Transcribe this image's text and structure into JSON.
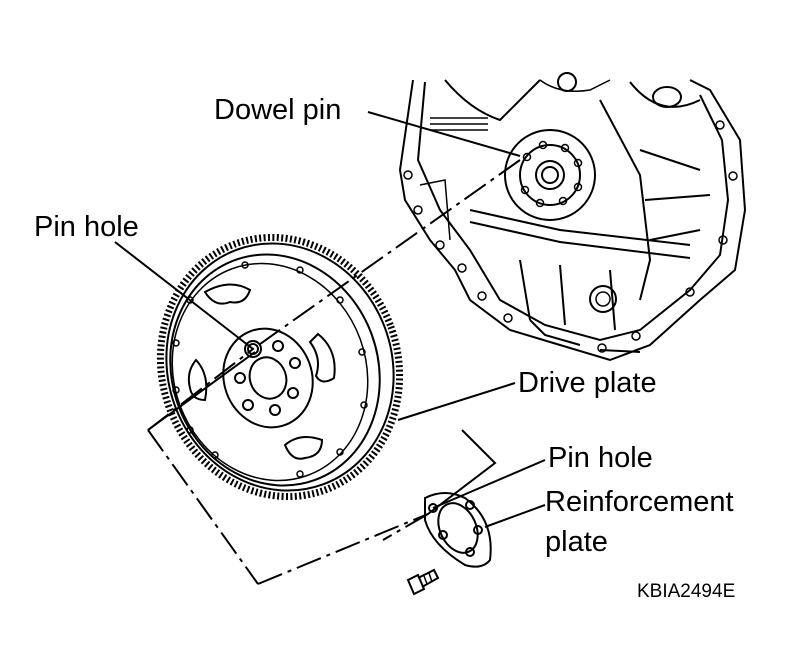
{
  "labels": {
    "dowel_pin": "Dowel pin",
    "pin_hole_upper": "Pin hole",
    "drive_plate": "Drive plate",
    "pin_hole_lower": "Pin hole",
    "reinforcement_plate_line1": "Reinforcement",
    "reinforcement_plate_line2": "plate"
  },
  "figure_code": "KBIA2494E"
}
